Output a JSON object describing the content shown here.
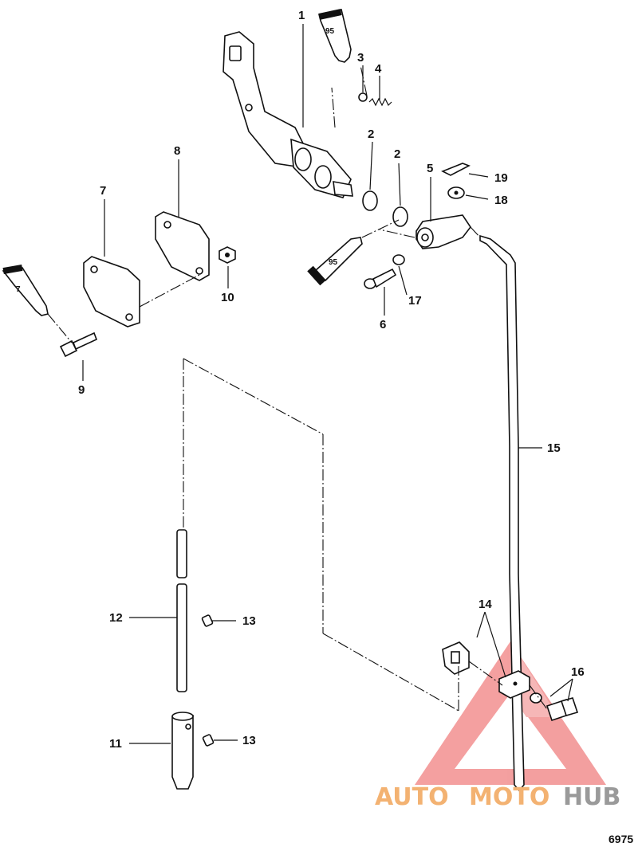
{
  "diagram": {
    "callouts": {
      "c1": "1",
      "c2a": "2",
      "c2b": "2",
      "c3": "3",
      "c4": "4",
      "c5": "5",
      "c6": "6",
      "c7a": "7",
      "c8": "8",
      "c9": "9",
      "c10": "10",
      "c11": "11",
      "c12": "12",
      "c13a": "13",
      "c13b": "13",
      "c14": "14",
      "c15": "15",
      "c16": "16",
      "c17": "17",
      "c18": "18",
      "c19": "19"
    },
    "tubes": {
      "t95a": "95",
      "t95b": "95",
      "t7": "7"
    },
    "figure_number": "6975",
    "watermark": {
      "auto": "AUTO",
      "moto": "MOTO",
      "hub": "HUB"
    },
    "watermark_colors": {
      "triangle": "#f08080",
      "text_light": "#f3b272",
      "text_dark": "#9a9a9a"
    }
  }
}
